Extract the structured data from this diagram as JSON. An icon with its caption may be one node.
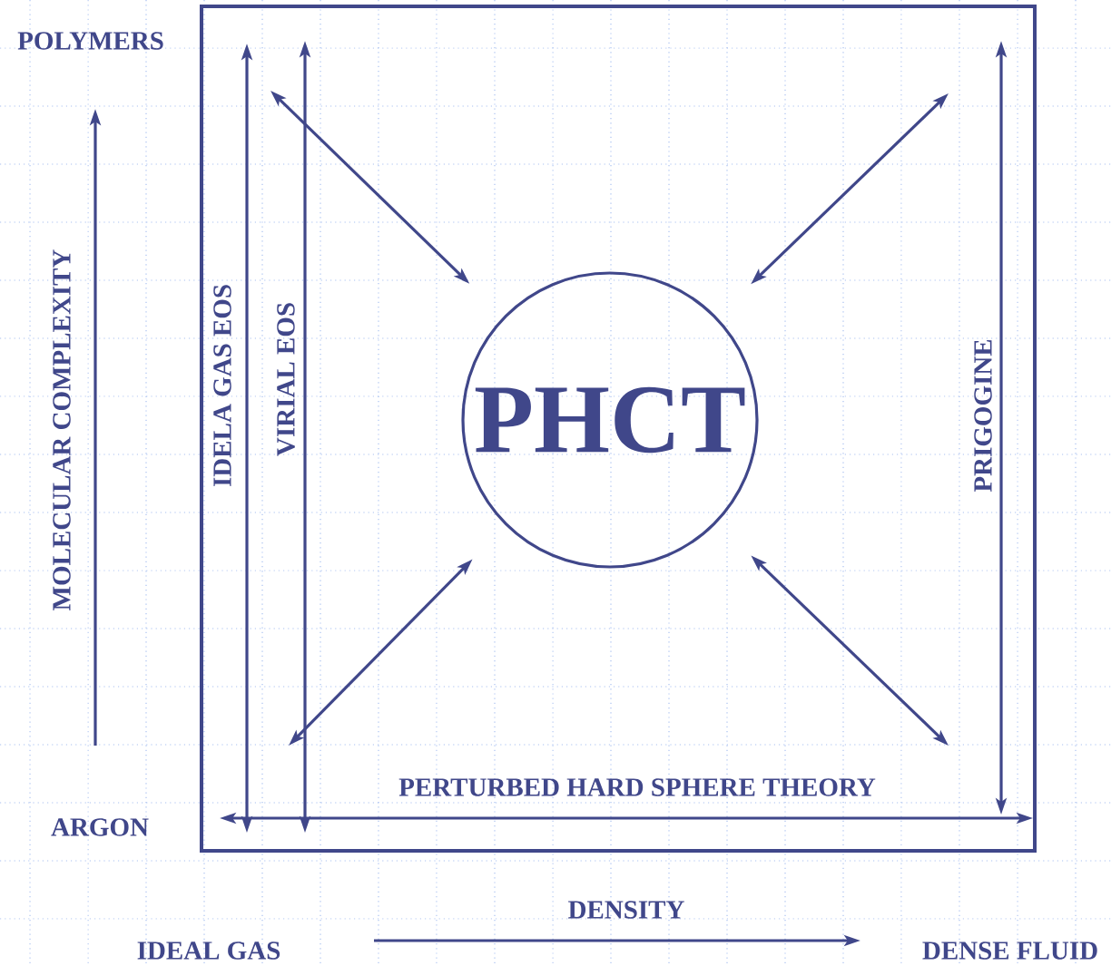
{
  "diagram": {
    "nodes": [
      {
        "text": [],
        "shape": "box"
      },
      {
        "text": [
          "PHCT"
        ],
        "in": 0
      }
    ],
    "edges": [
      {
        "from": null,
        "to": 1,
        "arrow": "both"
      },
      {
        "from": null,
        "to": 1,
        "arrow": "both"
      },
      {
        "from": null,
        "to": 1,
        "arrow": "both"
      },
      {
        "from": null,
        "to": 1,
        "arrow": "both"
      }
    ],
    "labels": [
      "POLYMERS",
      "MOLECULAR COMPLEXITY",
      "IDELA GAS EOS",
      "VIRIAL EOS",
      "PRIGOGINE",
      "PERTURBED HARD SPHERE THEORY",
      "ARGON",
      "DENSITY",
      "IDEAL GAS",
      "DENSE FLUID"
    ]
  }
}
